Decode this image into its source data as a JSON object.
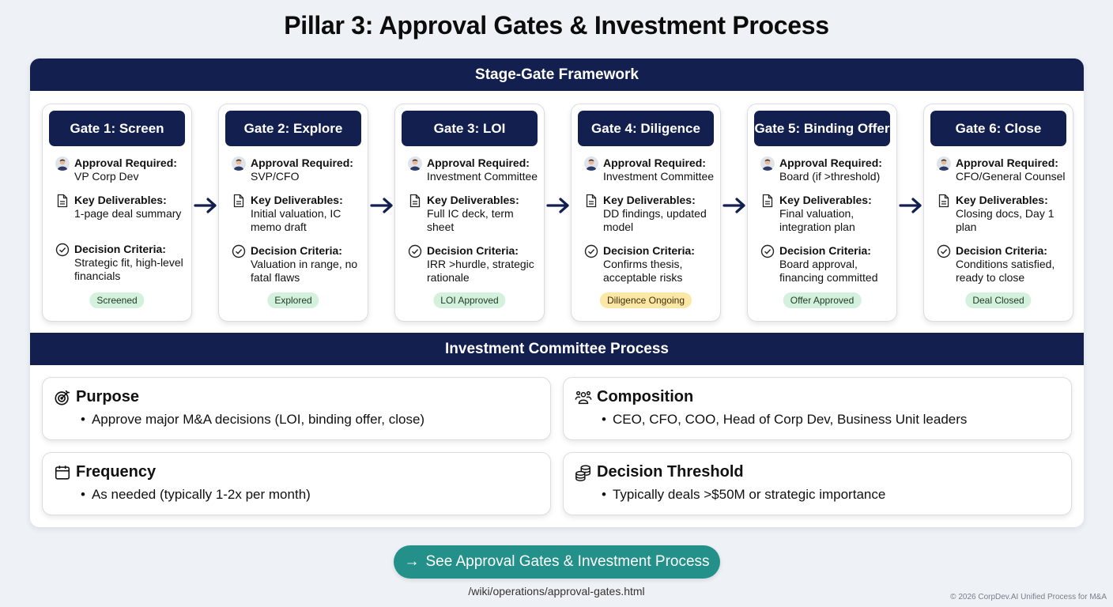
{
  "page": {
    "title": "Pillar 3: Approval Gates & Investment Process"
  },
  "stage_gate": {
    "header": "Stage-Gate Framework",
    "labels": {
      "approval": "Approval Required:",
      "deliverables": "Key Deliverables:",
      "criteria": "Decision Criteria:"
    },
    "gates": [
      {
        "title": "Gate 1: Screen",
        "approval": "VP Corp Dev",
        "deliverables": "1-page deal summary",
        "criteria": "Strategic fit, high-level financials",
        "status": "Screened",
        "status_type": "success"
      },
      {
        "title": "Gate 2: Explore",
        "approval": "SVP/CFO",
        "deliverables": "Initial valuation, IC memo draft",
        "criteria": "Valuation in range, no fatal flaws",
        "status": "Explored",
        "status_type": "success"
      },
      {
        "title": "Gate 3: LOI",
        "approval": "Investment Committee",
        "deliverables": "Full IC deck, term sheet",
        "criteria": "IRR >hurdle, strategic rationale",
        "status": "LOI Approved",
        "status_type": "success"
      },
      {
        "title": "Gate 4: Diligence",
        "approval": "Investment Committee",
        "deliverables": "DD findings, updated model",
        "criteria": "Confirms thesis, acceptable risks",
        "status": "Diligence Ongoing",
        "status_type": "warning"
      },
      {
        "title": "Gate 5: Binding Offer",
        "approval": "Board (if >threshold)",
        "deliverables": "Final valuation, integration plan",
        "criteria": "Board approval, financing committed",
        "status": "Offer Approved",
        "status_type": "success"
      },
      {
        "title": "Gate 6: Close",
        "approval": "CFO/General Counsel",
        "deliverables": "Closing docs, Day 1 plan",
        "criteria": "Conditions satisfied, ready to close",
        "status": "Deal Closed",
        "status_type": "success"
      }
    ]
  },
  "ic_process": {
    "header": "Investment Committee Process",
    "cards": [
      {
        "title": "Purpose",
        "icon": "target-icon",
        "bullet": "Approve major M&A decisions (LOI, binding offer, close)"
      },
      {
        "title": "Composition",
        "icon": "people-icon",
        "bullet": "CEO, CFO, COO, Head of Corp Dev, Business Unit leaders"
      },
      {
        "title": "Frequency",
        "icon": "calendar-icon",
        "bullet": "As needed (typically 1-2x per month)"
      },
      {
        "title": "Decision Threshold",
        "icon": "coins-icon",
        "bullet": "Typically deals >$50M or strategic importance"
      }
    ]
  },
  "cta": {
    "arrow": "→",
    "label": "See Approval Gates & Investment Process",
    "url": "/wiki/operations/approval-gates.html"
  },
  "footer": {
    "copyright": "© 2026 CorpDev.AI Unified Process for M&A"
  },
  "colors": {
    "navy": "#13204f",
    "teal": "#23918a",
    "success_bg": "#d3f1dc",
    "warning_bg": "#fbe8a6",
    "page_bg": "#eef2f6"
  }
}
